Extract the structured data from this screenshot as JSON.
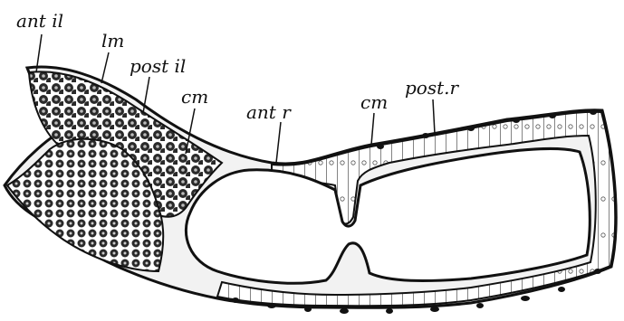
{
  "labels": {
    "ant_il": "ant il",
    "lm": "lm",
    "post_il": "post il",
    "cm_left": "cm",
    "ant_r": "ant r",
    "cm_right": "cm",
    "post_r": "post.r"
  },
  "colors": {
    "ink": "#111111",
    "paper": "#ffffff",
    "cell_fill": "#2a2a2a",
    "epithelium": "#f4f4f4"
  }
}
